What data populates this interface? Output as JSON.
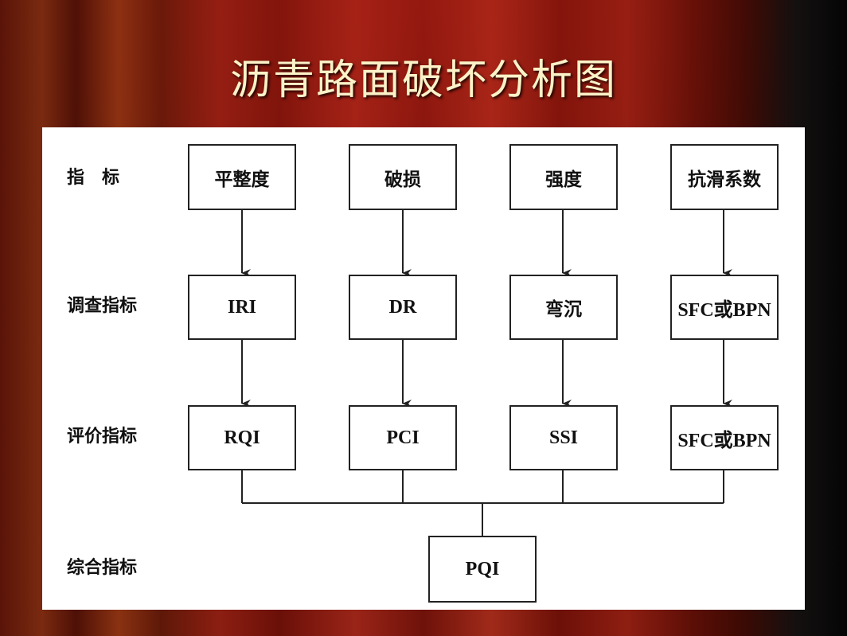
{
  "slide": {
    "title": "沥青路面破坏分析图"
  },
  "rows": {
    "indicator": "指　标",
    "survey": "调查指标",
    "evaluation": "评价指标",
    "composite": "综合指标"
  },
  "indicators": [
    "平整度",
    "破损",
    "强度",
    "抗滑系数"
  ],
  "survey_indicators": [
    "IRI",
    "DR",
    "弯沉",
    "SFC或BPN"
  ],
  "evaluation_indicators": [
    "RQI",
    "PCI",
    "SSI",
    "SFC或BPN"
  ],
  "composite_indicator": "PQI",
  "colors": {
    "title": "#fbf2c8",
    "panel": "#ffffff",
    "line": "#222222"
  }
}
